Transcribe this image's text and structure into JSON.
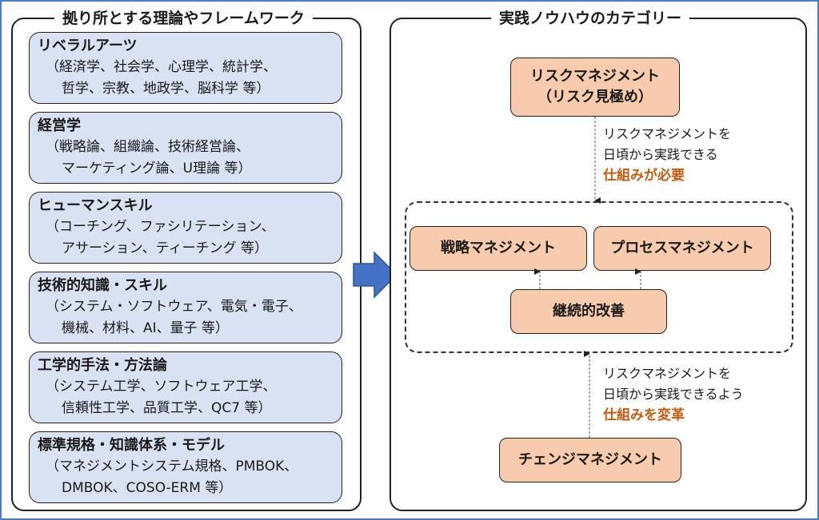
{
  "left_panel": {
    "title": "拠り所とする理論やフレームワーク",
    "categories": [
      {
        "title": "リベラルアーツ",
        "line1": "（経済学、社会学、心理学、統計学、",
        "line2": "哲学、宗教、地政学、脳科学 等）"
      },
      {
        "title": "経営学",
        "line1": "（戦略論、組織論、技術経営論、",
        "line2": "マーケティング論、U理論 等）"
      },
      {
        "title": "ヒューマンスキル",
        "line1": "（コーチング、ファシリテーション、",
        "line2": "アサーション、ティーチング 等）"
      },
      {
        "title": "技術的知識・スキル",
        "line1": "（システム・ソフトウェア、電気・電子、",
        "line2": "機械、材料、AI、量子 等）"
      },
      {
        "title": "工学的手法・方法論",
        "line1": "（システム工学、ソフトウェア工学、",
        "line2": "信頼性工学、品質工学、QC7 等）"
      },
      {
        "title": "標準規格・知識体系・モデル",
        "line1": "（マネジメントシステム規格、PMBOK、",
        "line2": "DMBOK、COSO-ERM 等）"
      }
    ]
  },
  "right_panel": {
    "title": "実践ノウハウのカテゴリー",
    "risk_management": {
      "line1": "リスクマネジメント",
      "line2": "（リスク見極め）"
    },
    "note_top": {
      "line1": "リスクマネジメントを",
      "line2": "日頃から実践できる",
      "accent": "仕組みが必要"
    },
    "strategy_management": "戦略マネジメント",
    "process_management": "プロセスマネジメント",
    "continuous_improvement": "継続的改善",
    "note_bottom": {
      "line1": "リスクマネジメントを",
      "line2": "日頃から実践できるよう",
      "accent": "仕組みを変革"
    },
    "change_management": "チェンジマネジメント"
  },
  "colors": {
    "frame": "#4a7cc4",
    "category_fill": "#d9e2f3",
    "box_fill": "#f8cbad",
    "accent_text": "#c55a11",
    "arrow_fill": "#4472c4"
  },
  "icons": {
    "flow_arrow": "arrow-right-icon"
  }
}
